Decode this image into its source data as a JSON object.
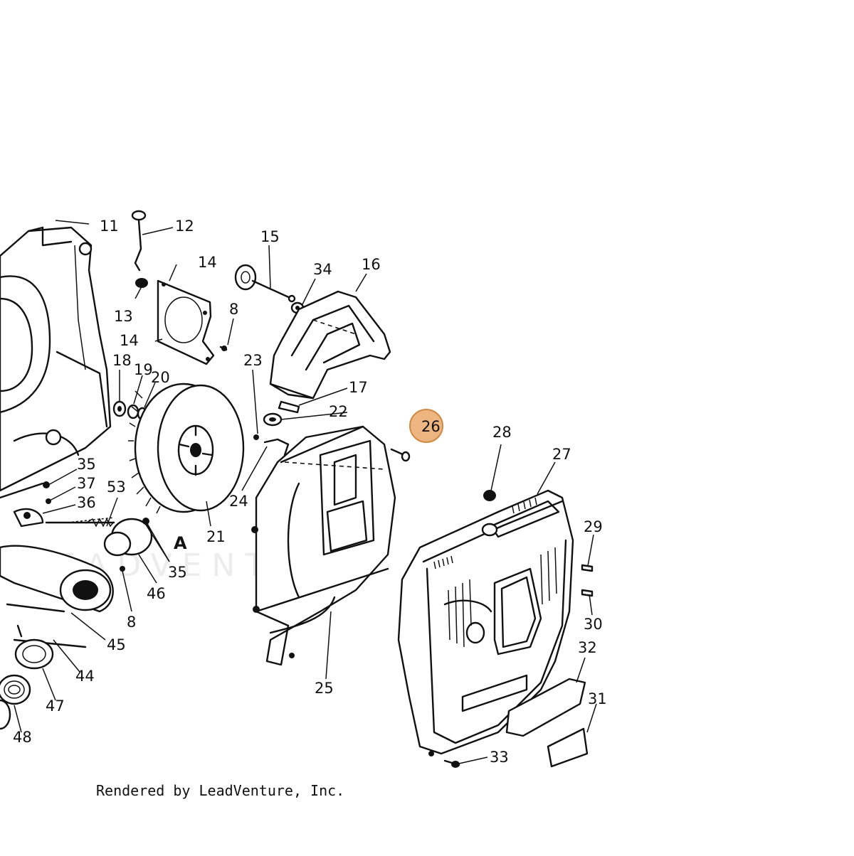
{
  "part_labels": {
    "p11": "11",
    "p12": "12",
    "p13": "13",
    "p14a": "14",
    "p14b": "14",
    "p15": "15",
    "p16": "16",
    "p17": "17",
    "p18": "18",
    "p19": "19",
    "p20": "20",
    "p21": "21",
    "p22": "22",
    "p23": "23",
    "p24": "24",
    "p25": "25",
    "p26": "26",
    "p27": "27",
    "p28": "28",
    "p29": "29",
    "p30": "30",
    "p31": "31",
    "p32": "32",
    "p33": "33",
    "p34": "34",
    "p35a": "35",
    "p35b": "35",
    "p36": "36",
    "p37": "37",
    "p44": "44",
    "p45": "45",
    "p46": "46",
    "p47": "47",
    "p48": "48",
    "p53": "53",
    "p8a": "8",
    "p8b": "8",
    "pA": "A"
  },
  "highlight": {
    "label": "26",
    "color": "#e8a25f"
  },
  "watermark": "LEADVENTURE",
  "footer": "Rendered by LeadVenture, Inc."
}
